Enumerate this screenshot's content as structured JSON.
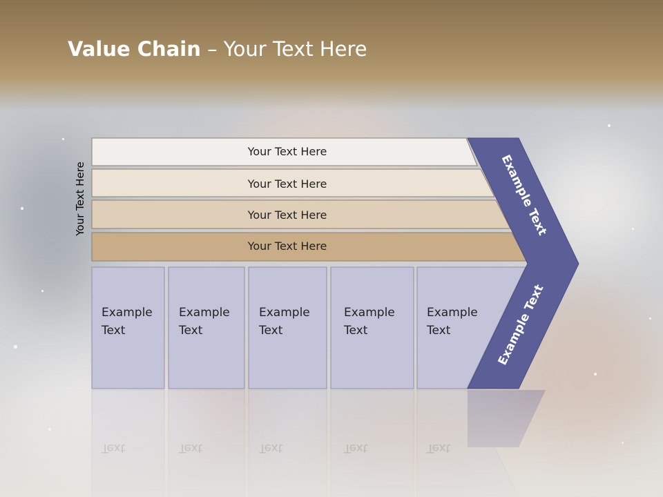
{
  "slide": {
    "title_bold": "Value Chain",
    "title_rest": " – Your Text Here",
    "side_label": "Your Text Here",
    "bars": [
      {
        "label": "Your Text Here",
        "fill": "#f1efeb"
      },
      {
        "label": "Your Text Here",
        "fill": "#ece3d6"
      },
      {
        "label": "Your Text Here",
        "fill": "#e0cfb8"
      },
      {
        "label": "Your Text Here",
        "fill": "#c9ad88"
      }
    ],
    "boxes": [
      {
        "line1": "Example",
        "line2": "Text"
      },
      {
        "line1": "Example",
        "line2": "Text"
      },
      {
        "line1": "Example",
        "line2": "Text"
      },
      {
        "line1": "Example",
        "line2": "Text"
      },
      {
        "line1": "Example",
        "line2": "Text"
      }
    ],
    "chevron_top_text": "Example Text",
    "chevron_bottom_text": "Example Text",
    "colors": {
      "chevron": "#5c5e98",
      "box_fill": "#c3c3d9",
      "box_stroke": "#8f90a8",
      "bar_stroke": "#8b7e6a"
    }
  }
}
